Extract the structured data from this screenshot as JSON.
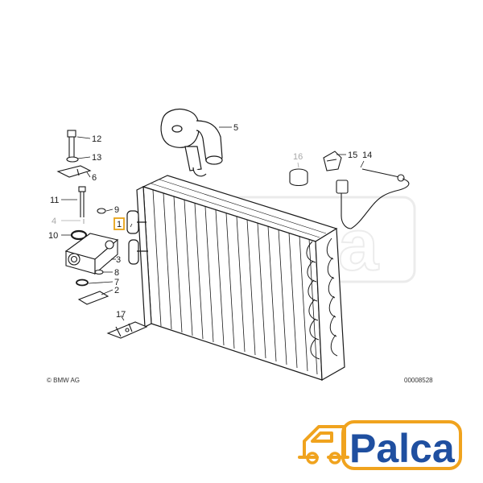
{
  "copyright": "© BMW AG",
  "drawing_number": "00008528",
  "watermark": "Palca",
  "logo": {
    "text": "Palca"
  },
  "callouts": [
    {
      "id": "1",
      "label": "1"
    },
    {
      "id": "2",
      "label": "2"
    },
    {
      "id": "3",
      "label": "3"
    },
    {
      "id": "4",
      "label": "4"
    },
    {
      "id": "5",
      "label": "5"
    },
    {
      "id": "6",
      "label": "6"
    },
    {
      "id": "7",
      "label": "7"
    },
    {
      "id": "8",
      "label": "8"
    },
    {
      "id": "9",
      "label": "9"
    },
    {
      "id": "10",
      "label": "10"
    },
    {
      "id": "11",
      "label": "11"
    },
    {
      "id": "12",
      "label": "12"
    },
    {
      "id": "13",
      "label": "13"
    },
    {
      "id": "14",
      "label": "14"
    },
    {
      "id": "15",
      "label": "15"
    },
    {
      "id": "16",
      "label": "16"
    },
    {
      "id": "17",
      "label": "17"
    }
  ],
  "colors": {
    "line": "#1a1a1a",
    "muted": "#a8a8a8",
    "highlight": "#e8a317",
    "logo_blue": "#1f4fa0",
    "logo_orange": "#f0a31e",
    "watermark": "#e6e6e6"
  }
}
